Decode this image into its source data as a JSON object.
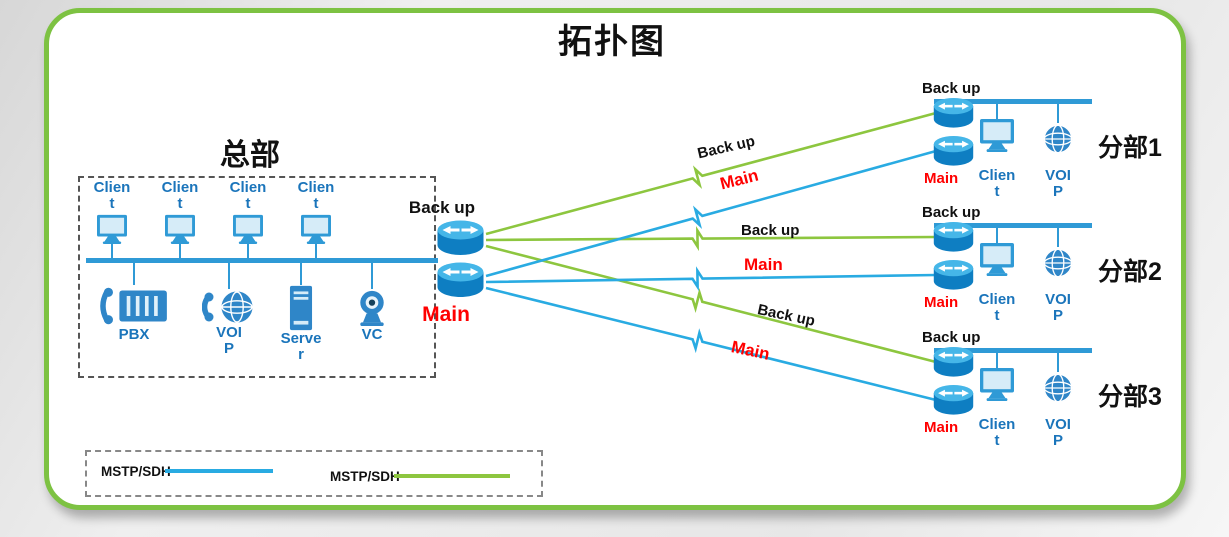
{
  "title": "拓扑图",
  "colors": {
    "frame_green": "#7DC242",
    "link_green": "#8DC63F",
    "link_blue": "#29ABE2",
    "bus_blue": "#2F9AD6",
    "icon_blue": "#2F86C8",
    "label_blue": "#1B75BB",
    "main_red": "#FF0000"
  },
  "headquarters": {
    "label": "总部",
    "clients": [
      {
        "label": "Clien\nt"
      },
      {
        "label": "Clien\nt"
      },
      {
        "label": "Clien\nt"
      },
      {
        "label": "Clien\nt"
      }
    ],
    "devices": [
      {
        "icon": "pbx-icon",
        "label": "PBX"
      },
      {
        "icon": "voip-globe-icon",
        "label": "VOI\nP"
      },
      {
        "icon": "server-icon",
        "label": "Serve\nr"
      },
      {
        "icon": "vc-camera-icon",
        "label": "VC"
      }
    ]
  },
  "core_routers": {
    "backup_label": "Back up",
    "main_label": "Main"
  },
  "wan_links": [
    {
      "branch": "分部1",
      "backup_label": "Back up",
      "main_label": "Main"
    },
    {
      "branch": "分部2",
      "backup_label": "Back up",
      "main_label": "Main"
    },
    {
      "branch": "分部3",
      "backup_label": "Back up",
      "main_label": "Main"
    }
  ],
  "branches": [
    {
      "name": "分部1",
      "backup_label": "Back up",
      "main_label": "Main",
      "client_label": "Clien\nt",
      "voip_label": "VOI\nP"
    },
    {
      "name": "分部2",
      "backup_label": "Back up",
      "main_label": "Main",
      "client_label": "Clien\nt",
      "voip_label": "VOI\nP"
    },
    {
      "name": "分部3",
      "backup_label": "Back up",
      "main_label": "Main",
      "client_label": "Clien\nt",
      "voip_label": "VOI\nP"
    }
  ],
  "legend": [
    {
      "label": "MSTP/SDH",
      "color": "#29ABE2"
    },
    {
      "label": "MSTP/SDH",
      "color": "#8DC63F"
    }
  ]
}
